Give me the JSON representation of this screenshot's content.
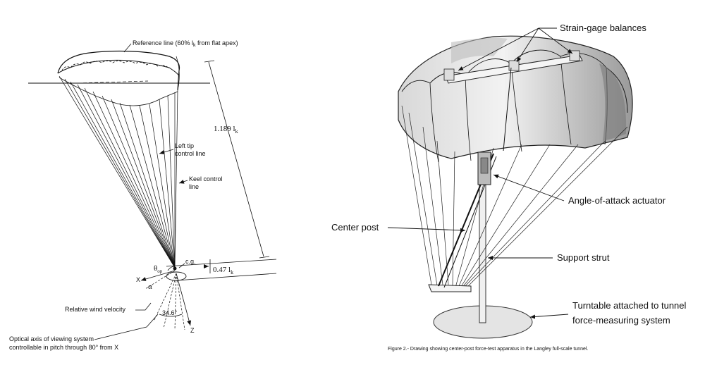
{
  "left_diagram": {
    "reference_line": "Reference line (60% l",
    "reference_line_sub": "k",
    "reference_line_tail": " from flat apex)",
    "length_1189": "1.189 l",
    "length_1189_sub": "k",
    "left_tip_line1": "Left tip",
    "left_tip_line2": "control line",
    "keel_line1": "Keel control",
    "keel_line2": "line",
    "cg": "c.g.",
    "theta": "θ",
    "theta_sub": "op",
    "alpha": "α",
    "axis_x": "X",
    "axis_z": "Z",
    "length_047": "0.47 l",
    "length_047_sub": "k",
    "relative_wind": "Relative wind velocity",
    "angle": "34.6°",
    "optical_line1": "Optical axis of viewing system",
    "optical_line2": "controllable in pitch through 80° from X"
  },
  "right_diagram": {
    "strain_gage": "Strain-gage balances",
    "aoa_actuator": "Angle-of-attack actuator",
    "center_post": "Center post",
    "support_strut": "Support strut",
    "turntable_line1": "Turntable attached to tunnel",
    "turntable_line2": "force-measuring system",
    "caption": "Figure 2.-  Drawing showing center-post force-test apparatus in the Langley full-scale tunnel."
  }
}
